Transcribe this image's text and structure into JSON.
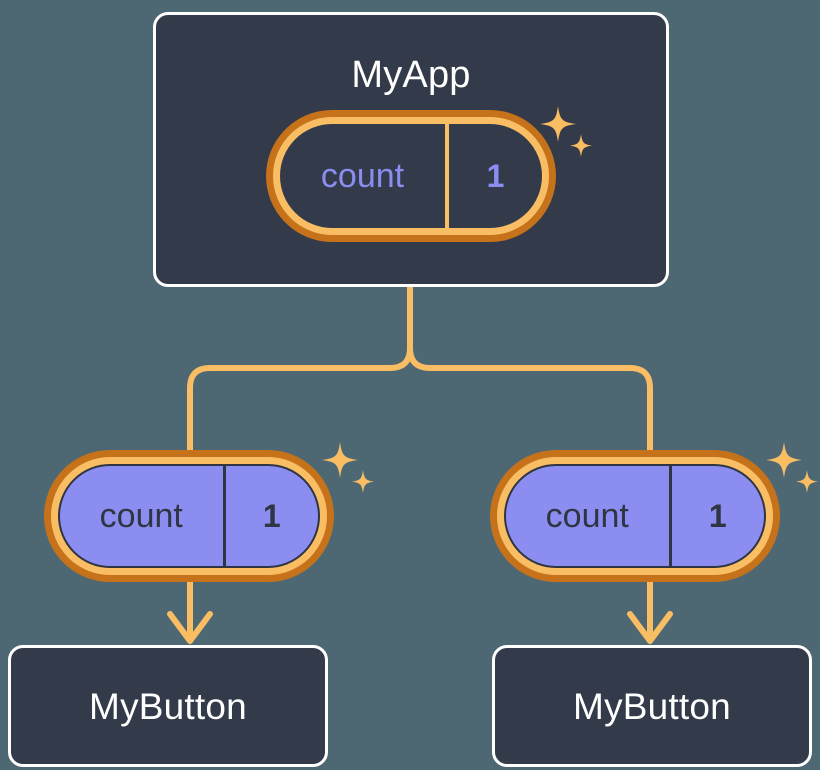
{
  "diagram": {
    "title_semantic": "react-state-propagation-tree",
    "background_color": "#4d6873"
  },
  "colors": {
    "card_fill": "#333a49",
    "card_border": "#ffffff",
    "ring_outer": "#c6721a",
    "ring_inner": "#f9bd63",
    "pill_dark_fill": "#333a49",
    "pill_purple_fill": "#8b8ef0",
    "accent_purple_text": "#8b8ef0",
    "dark_text": "#2f3542",
    "connector": "#f9bd63",
    "sparkle": "#f9bd63"
  },
  "root": {
    "label": "MyApp",
    "state": {
      "key": "count",
      "value": "1"
    },
    "sparkle_icon": "sparkles-icon"
  },
  "children": [
    {
      "state": {
        "key": "count",
        "value": "1"
      },
      "sparkle_icon": "sparkles-icon",
      "button": {
        "label": "MyButton"
      }
    },
    {
      "state": {
        "key": "count",
        "value": "1"
      },
      "sparkle_icon": "sparkles-icon",
      "button": {
        "label": "MyButton"
      }
    }
  ]
}
